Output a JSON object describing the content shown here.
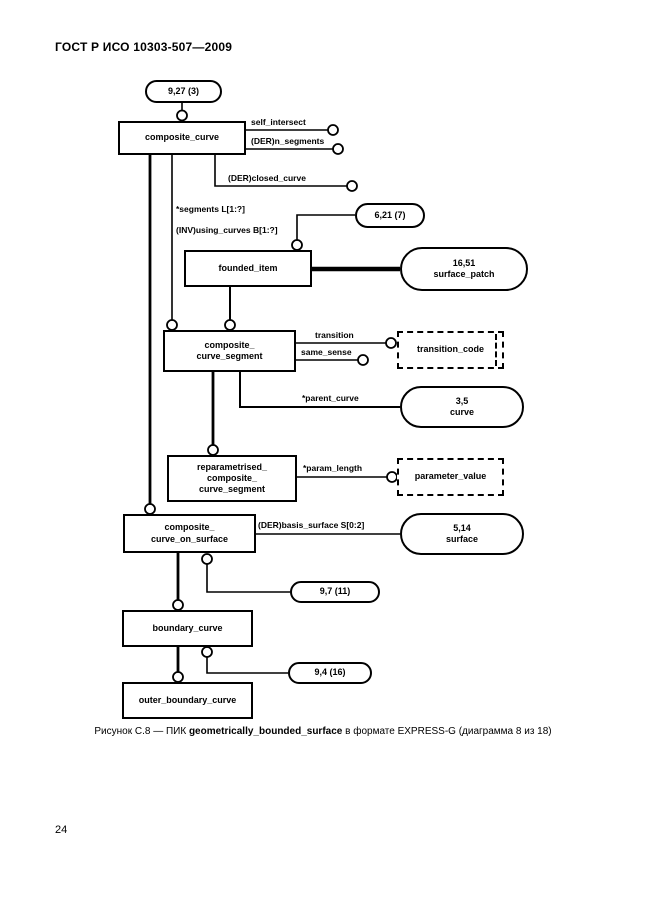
{
  "header": {
    "title": "ГОСТ Р ИСО 10303-507—2009"
  },
  "footer": {
    "page_number": "24"
  },
  "caption": {
    "prefix": "Рисунок С.8 — ПИК ",
    "entity": "geometrically_bounded_surface",
    "suffix": " в формате EXPRESS-G (диаграмма 8 из 18)"
  },
  "colors": {
    "ink": "#000000",
    "paper": "#ffffff"
  },
  "diagram": {
    "entities": {
      "composite_curve": {
        "label": "composite_curve"
      },
      "founded_item": {
        "label": "founded_item"
      },
      "composite_curve_segment": {
        "line1": "composite_",
        "line2": "curve_segment"
      },
      "reparametrised": {
        "line1": "reparametrised_",
        "line2": "composite_",
        "line3": "curve_segment"
      },
      "composite_curve_on_surface": {
        "line1": "composite_",
        "line2": "curve_on_surface"
      },
      "boundary_curve": {
        "label": "boundary_curve"
      },
      "outer_boundary_curve": {
        "label": "outer_boundary_curve"
      }
    },
    "types": {
      "transition_code": {
        "label": "transition_code"
      },
      "parameter_value": {
        "label": "parameter_value"
      }
    },
    "page_refs": {
      "ref_9_27": {
        "label": "9,27 (3)"
      },
      "ref_6_21": {
        "label": "6,21 (7)"
      },
      "surface_patch": {
        "line1": "16,51",
        "line2": "surface_patch"
      },
      "curve": {
        "line1": "3,5",
        "line2": "curve"
      },
      "surface": {
        "line1": "5,14",
        "line2": "surface"
      },
      "ref_9_7": {
        "label": "9,7 (11)"
      },
      "ref_9_4": {
        "label": "9,4 (16)"
      }
    },
    "attributes": {
      "self_intersect": "self_intersect",
      "n_segments": "(DER)n_segments",
      "closed_curve": "(DER)closed_curve",
      "segments": "*segments L[1:?]",
      "using_curves": "(INV)using_curves B[1:?]",
      "transition": "transition",
      "same_sense": "same_sense",
      "parent_curve": "*parent_curve",
      "param_length": "*param_length",
      "basis_surface": "(DER)basis_surface S[0:2]"
    }
  }
}
